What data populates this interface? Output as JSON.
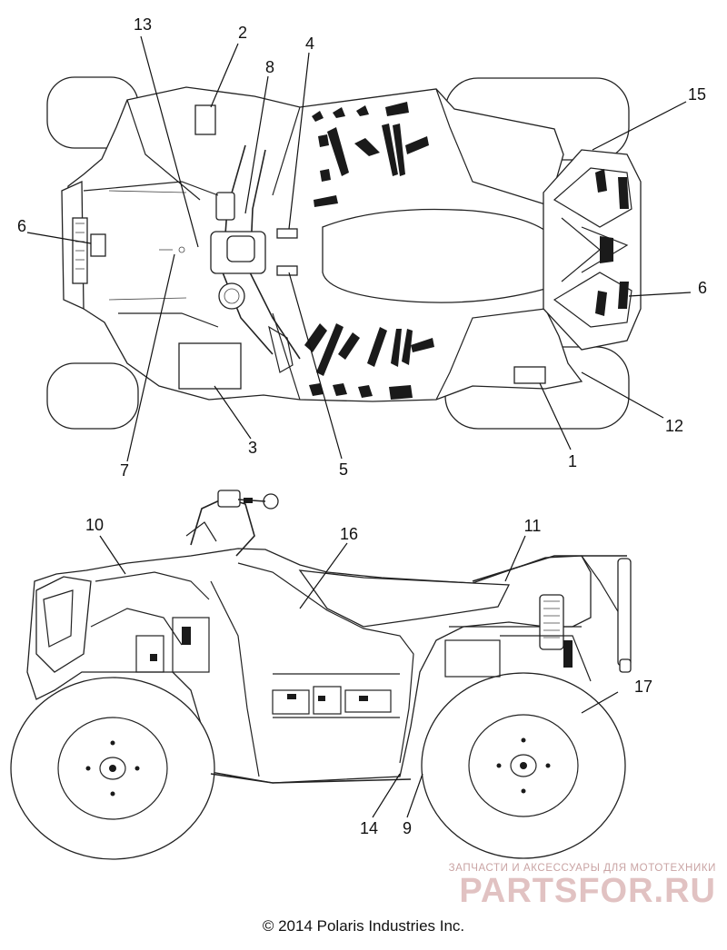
{
  "callouts": {
    "top": [
      {
        "id": "13",
        "label": "13"
      },
      {
        "id": "2",
        "label": "2"
      },
      {
        "id": "8",
        "label": "8"
      },
      {
        "id": "4",
        "label": "4"
      },
      {
        "id": "15",
        "label": "15"
      },
      {
        "id": "6a",
        "label": "6"
      },
      {
        "id": "6b",
        "label": "6"
      },
      {
        "id": "12",
        "label": "12"
      },
      {
        "id": "1",
        "label": "1"
      },
      {
        "id": "3",
        "label": "3"
      },
      {
        "id": "7",
        "label": "7"
      },
      {
        "id": "5",
        "label": "5"
      }
    ],
    "side": [
      {
        "id": "10",
        "label": "10"
      },
      {
        "id": "16",
        "label": "16"
      },
      {
        "id": "11",
        "label": "11"
      },
      {
        "id": "17",
        "label": "17"
      },
      {
        "id": "14",
        "label": "14"
      },
      {
        "id": "9",
        "label": "9"
      }
    ]
  },
  "footer": {
    "copyright": "© 2014 Polaris Industries Inc."
  },
  "watermark": {
    "tagline": "ЗАПЧАСТИ И АКСЕССУАРЫ ДЛЯ МОТОТЕХНИКИ",
    "brand": "PARTSFOR.RU"
  }
}
